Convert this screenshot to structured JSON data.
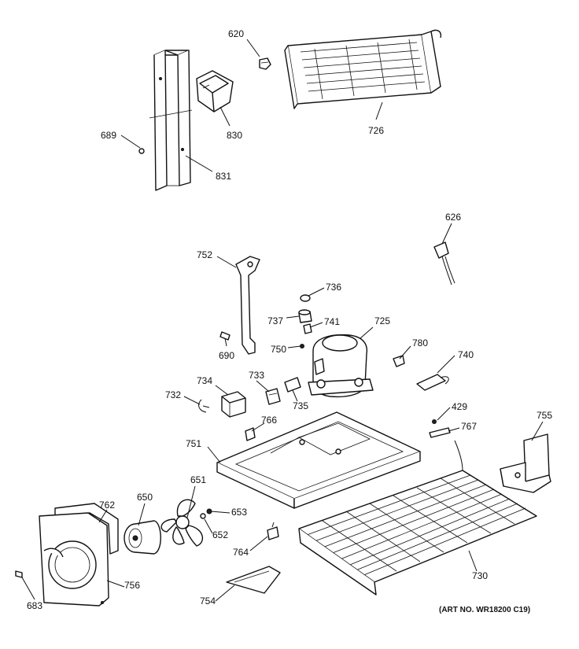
{
  "labels": {
    "p620": "620",
    "p726": "726",
    "p830": "830",
    "p689": "689",
    "p831": "831",
    "p626": "626",
    "p752": "752",
    "p736": "736",
    "p737": "737",
    "p741": "741",
    "p725": "725",
    "p690": "690",
    "p750": "750",
    "p780": "780",
    "p740": "740",
    "p733": "733",
    "p734": "734",
    "p735": "735",
    "p732": "732",
    "p766": "766",
    "p429": "429",
    "p767": "767",
    "p755": "755",
    "p751": "751",
    "p651": "651",
    "p650": "650",
    "p762": "762",
    "p653": "653",
    "p652": "652",
    "p764": "764",
    "p756": "756",
    "p730": "730",
    "p683": "683",
    "p754": "754"
  },
  "art_number": "(ART NO. WR18200 C19)"
}
